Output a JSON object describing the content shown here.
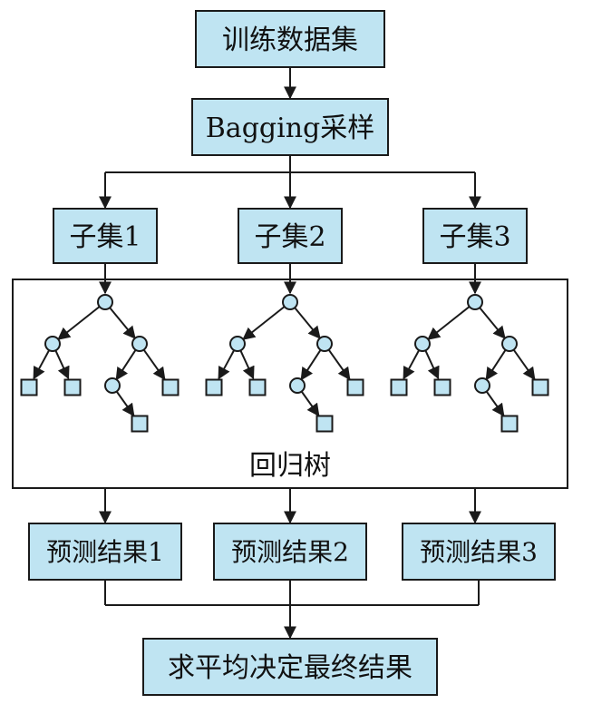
{
  "nodes": {
    "training_data": "训练数据集",
    "bagging": "Bagging采样",
    "subsets": [
      "子集1",
      "子集2",
      "子集3"
    ],
    "tree_group_label": "回归树",
    "predictions": [
      "预测结果1",
      "预测结果2",
      "预测结果3"
    ],
    "final": "求平均决定最终结果"
  },
  "colors": {
    "box_fill": "#bfe4f2",
    "stroke": "#1a1a1a"
  }
}
